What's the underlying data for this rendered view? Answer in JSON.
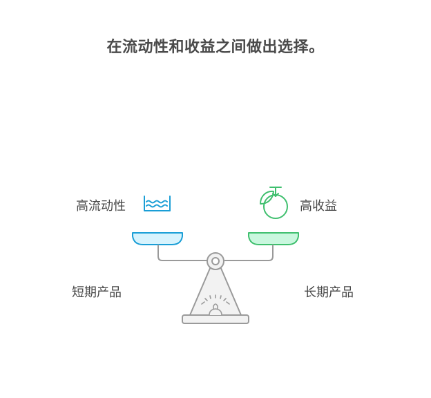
{
  "title": "在流动性和收益之间做出选择。",
  "labels": {
    "high_liquidity": "高流动性",
    "high_yield": "高收益",
    "short_term": "短期产品",
    "long_term": "长期产品"
  },
  "icons": {
    "liquidity": "water-waves-icon",
    "yield": "fruit-sprout-icon"
  },
  "colors": {
    "liquidity_accent": "#1a9ed6",
    "liquidity_fill": "#d7f3fd",
    "yield_accent": "#3fbf6e",
    "yield_fill": "#c9f7de",
    "scale_stroke": "#9a9a9a",
    "scale_fill": "#f2f2f2"
  }
}
